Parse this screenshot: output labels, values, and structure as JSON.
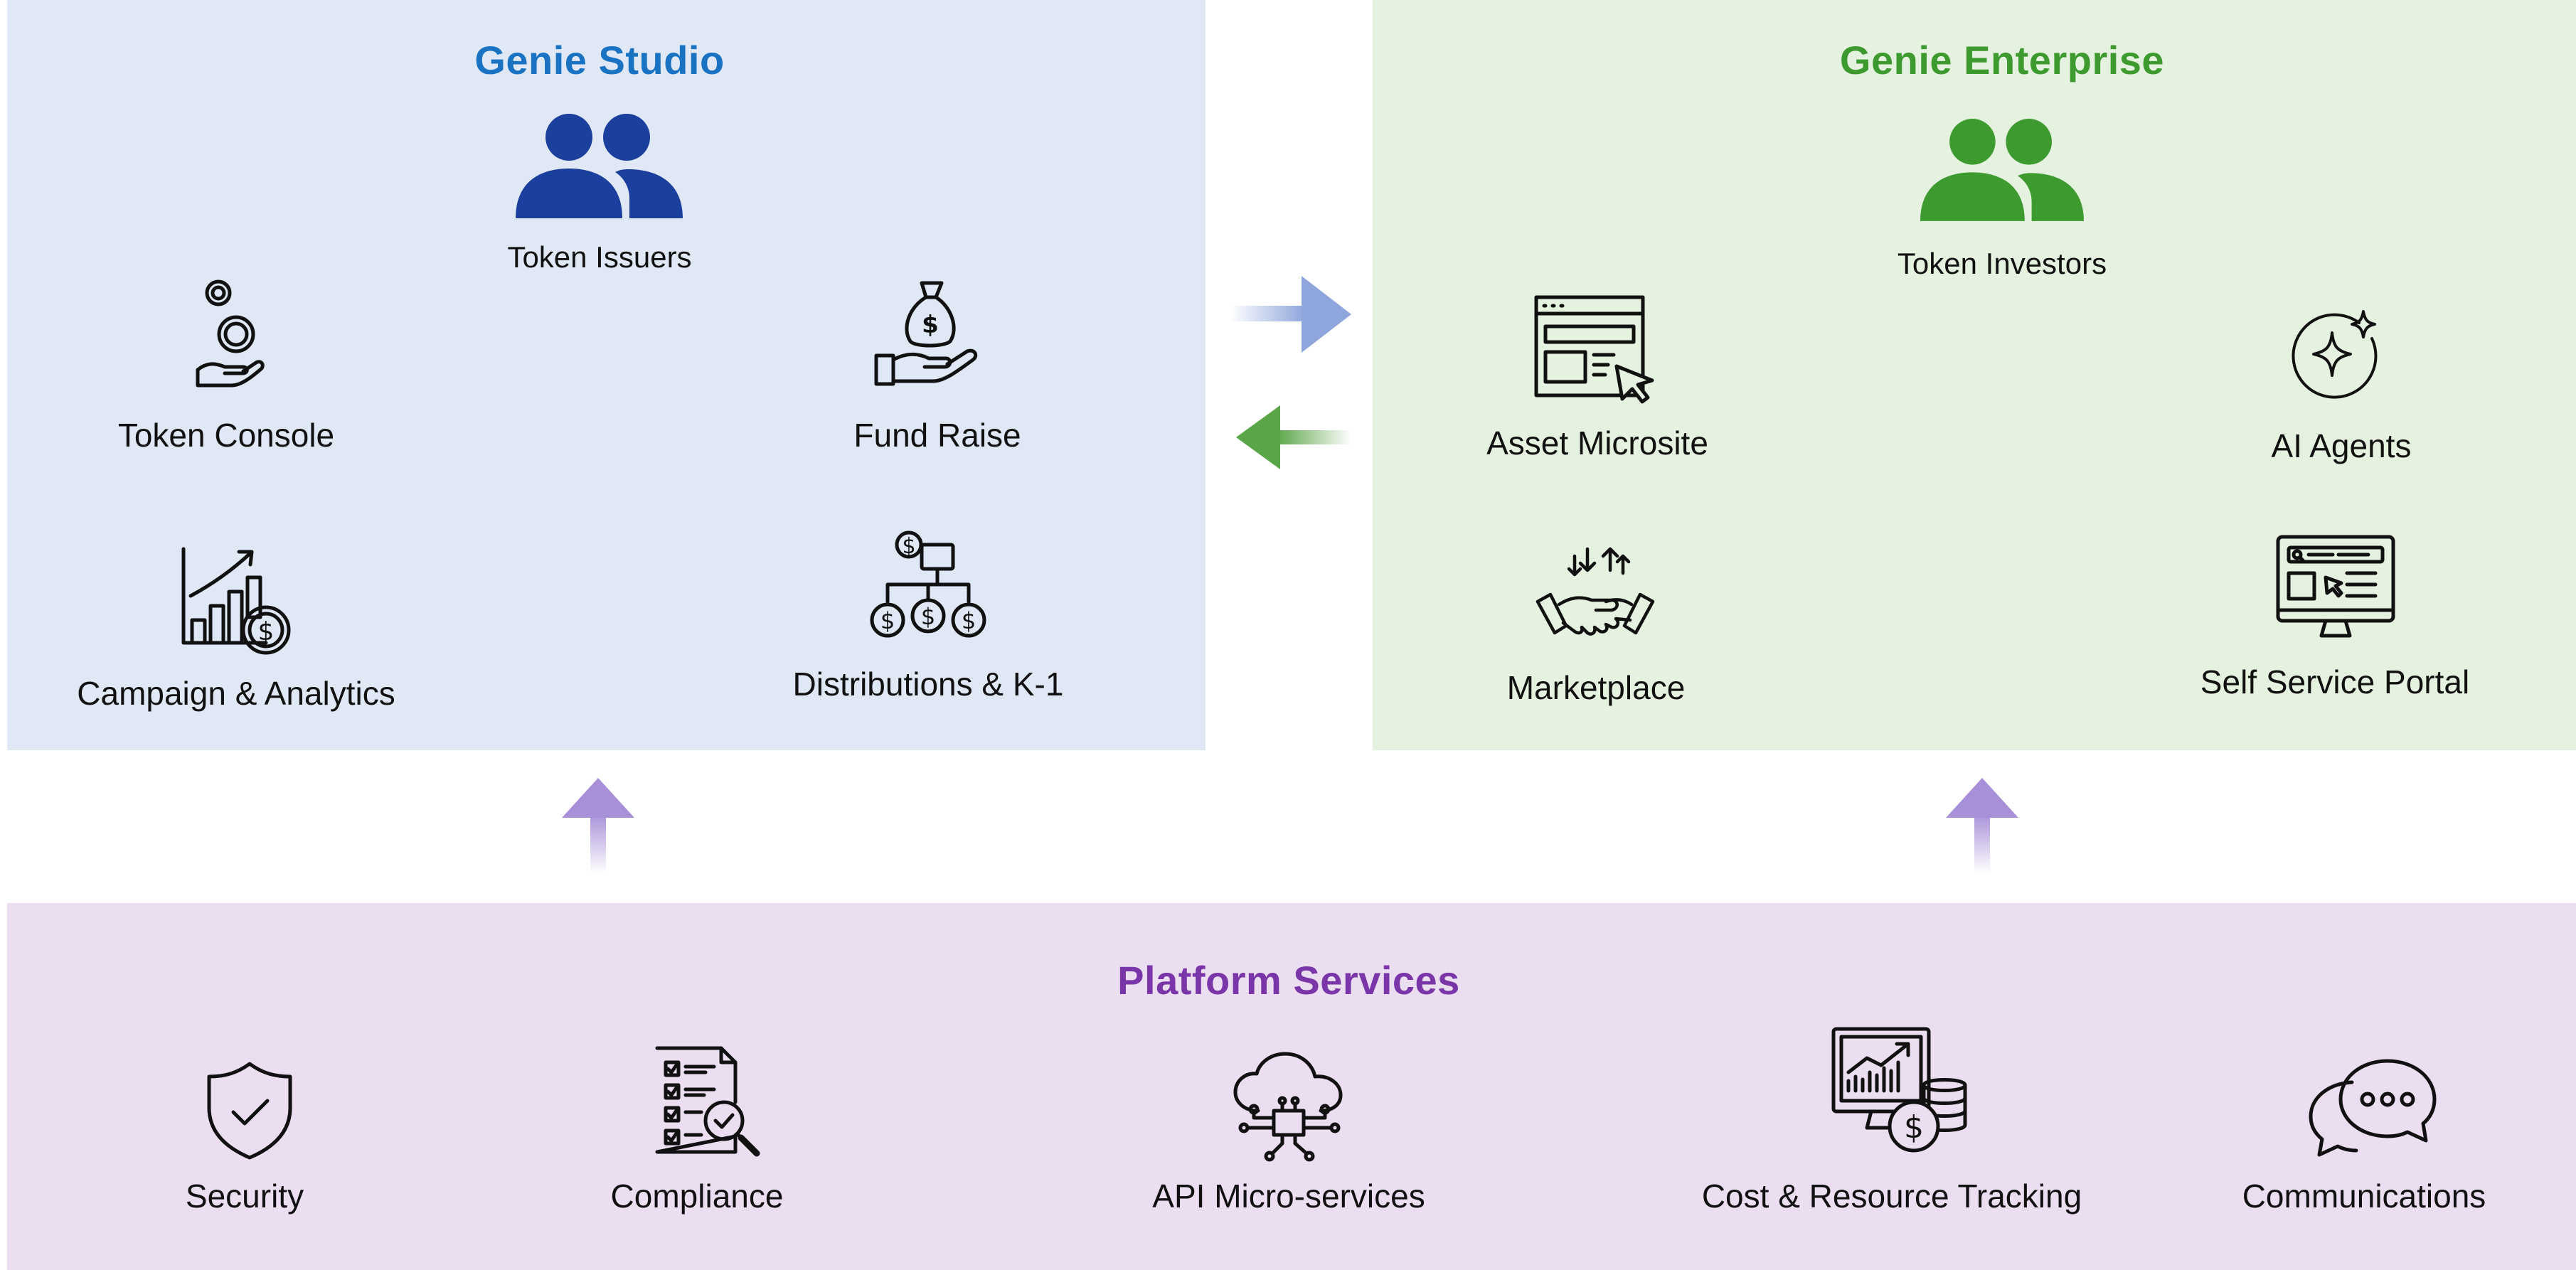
{
  "colors": {
    "studio_accent": "#1a73c2",
    "enterprise_accent": "#3d9a2f",
    "platform_accent": "#7a35a8",
    "studio_bg": "#e0e8f5",
    "enterprise_bg": "#e6f2e0",
    "platform_bg": "#ebdef0",
    "studio_people_icon": "#1b3f9c",
    "enterprise_people_icon": "#3d9a2f"
  },
  "studio": {
    "title": "Genie Studio",
    "role": "Token Issuers",
    "items": [
      {
        "label": "Token Console",
        "icon": "coins-hand-icon"
      },
      {
        "label": "Fund Raise",
        "icon": "money-bag-hand-icon"
      },
      {
        "label": "Campaign & Analytics",
        "icon": "growth-chart-icon"
      },
      {
        "label": "Distributions & K-1",
        "icon": "distribution-tree-icon"
      }
    ]
  },
  "enterprise": {
    "title": "Genie Enterprise",
    "role": "Token Investors",
    "items": [
      {
        "label": "Asset Microsite",
        "icon": "browser-window-icon"
      },
      {
        "label": "AI Agents",
        "icon": "sparkles-icon"
      },
      {
        "label": "Marketplace",
        "icon": "handshake-icon"
      },
      {
        "label": "Self Service Portal",
        "icon": "monitor-portal-icon"
      }
    ]
  },
  "platform": {
    "title": "Platform Services",
    "items": [
      {
        "label": "Security",
        "icon": "shield-check-icon"
      },
      {
        "label": "Compliance",
        "icon": "checklist-magnifier-icon"
      },
      {
        "label": "API Micro-services",
        "icon": "cloud-network-icon"
      },
      {
        "label": "Cost & Resource Tracking",
        "icon": "monitor-coins-icon"
      },
      {
        "label": "Communications",
        "icon": "chat-bubbles-icon"
      }
    ]
  },
  "arrows": [
    {
      "name": "studio-to-enterprise-arrow",
      "direction": "right",
      "color": "#8fa6dc"
    },
    {
      "name": "enterprise-to-studio-arrow",
      "direction": "left",
      "color": "#5aa547"
    },
    {
      "name": "platform-to-studio-arrow",
      "direction": "up",
      "color": "#a890d8"
    },
    {
      "name": "platform-to-enterprise-arrow",
      "direction": "up",
      "color": "#a890d8"
    }
  ]
}
